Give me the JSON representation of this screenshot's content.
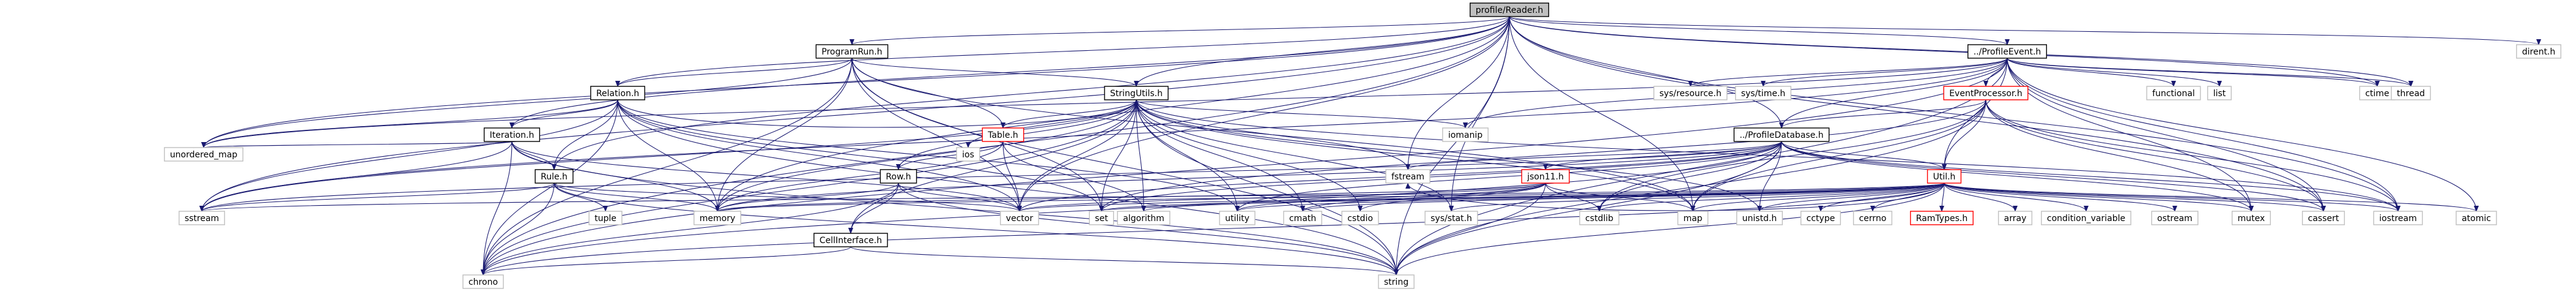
{
  "colors": {
    "root_fill": "#bfbfbf",
    "root_border": "#000000",
    "doc_fill": "#ffffff",
    "doc_border": "#000000",
    "undoc_border": "#ff0000",
    "external_border": "#bfbfbf",
    "edge": "#191970",
    "text": "#000000"
  },
  "nodes": [
    {
      "id": "profile-reader",
      "label": "profile/Reader.h",
      "kind": "root"
    },
    {
      "id": "program-run",
      "label": "ProgramRun.h",
      "kind": "doc"
    },
    {
      "id": "profile-event",
      "label": "../ProfileEvent.h",
      "kind": "doc"
    },
    {
      "id": "dirent",
      "label": "dirent.h",
      "kind": "ext"
    },
    {
      "id": "relation",
      "label": "Relation.h",
      "kind": "doc"
    },
    {
      "id": "string-utils",
      "label": "StringUtils.h",
      "kind": "doc"
    },
    {
      "id": "event-processor",
      "label": "EventProcessor.h",
      "kind": "undoc"
    },
    {
      "id": "sys-resource",
      "label": "sys/resource.h",
      "kind": "ext"
    },
    {
      "id": "sys-time",
      "label": "sys/time.h",
      "kind": "ext"
    },
    {
      "id": "functional",
      "label": "functional",
      "kind": "ext"
    },
    {
      "id": "list",
      "label": "list",
      "kind": "ext"
    },
    {
      "id": "ctime",
      "label": "ctime",
      "kind": "ext"
    },
    {
      "id": "thread",
      "label": "thread",
      "kind": "ext"
    },
    {
      "id": "iteration",
      "label": "Iteration.h",
      "kind": "doc"
    },
    {
      "id": "table",
      "label": "Table.h",
      "kind": "undoc"
    },
    {
      "id": "iomanip",
      "label": "iomanip",
      "kind": "ext"
    },
    {
      "id": "profile-database",
      "label": "../ProfileDatabase.h",
      "kind": "doc"
    },
    {
      "id": "unordered-map",
      "label": "unordered_map",
      "kind": "ext"
    },
    {
      "id": "ios",
      "label": "ios",
      "kind": "ext"
    },
    {
      "id": "rule",
      "label": "Rule.h",
      "kind": "doc"
    },
    {
      "id": "row",
      "label": "Row.h",
      "kind": "doc"
    },
    {
      "id": "fstream",
      "label": "fstream",
      "kind": "ext"
    },
    {
      "id": "json11",
      "label": "json11.h",
      "kind": "undoc"
    },
    {
      "id": "util",
      "label": "Util.h",
      "kind": "undoc"
    },
    {
      "id": "sstream",
      "label": "sstream",
      "kind": "ext"
    },
    {
      "id": "memory",
      "label": "memory",
      "kind": "ext"
    },
    {
      "id": "vector",
      "label": "vector",
      "kind": "ext"
    },
    {
      "id": "set",
      "label": "set",
      "kind": "ext"
    },
    {
      "id": "tuple",
      "label": "tuple",
      "kind": "ext"
    },
    {
      "id": "algorithm",
      "label": "algorithm",
      "kind": "ext"
    },
    {
      "id": "utility",
      "label": "utility",
      "kind": "ext"
    },
    {
      "id": "cmath",
      "label": "cmath",
      "kind": "ext"
    },
    {
      "id": "cstdio",
      "label": "cstdio",
      "kind": "ext"
    },
    {
      "id": "sys-stat",
      "label": "sys/stat.h",
      "kind": "ext"
    },
    {
      "id": "cstdlib",
      "label": "cstdlib",
      "kind": "ext"
    },
    {
      "id": "map",
      "label": "map",
      "kind": "ext"
    },
    {
      "id": "unistd",
      "label": "unistd.h",
      "kind": "ext"
    },
    {
      "id": "cctype",
      "label": "cctype",
      "kind": "ext"
    },
    {
      "id": "cerrno",
      "label": "cerrno",
      "kind": "ext"
    },
    {
      "id": "ramtypes",
      "label": "RamTypes.h",
      "kind": "undoc"
    },
    {
      "id": "array",
      "label": "array",
      "kind": "ext"
    },
    {
      "id": "condition-variable",
      "label": "condition_variable",
      "kind": "ext"
    },
    {
      "id": "ostream",
      "label": "ostream",
      "kind": "ext"
    },
    {
      "id": "mutex",
      "label": "mutex",
      "kind": "ext"
    },
    {
      "id": "cassert",
      "label": "cassert",
      "kind": "ext"
    },
    {
      "id": "iostream",
      "label": "iostream",
      "kind": "ext"
    },
    {
      "id": "atomic",
      "label": "atomic",
      "kind": "ext"
    },
    {
      "id": "cell-interface",
      "label": "CellInterface.h",
      "kind": "doc"
    },
    {
      "id": "chrono",
      "label": "chrono",
      "kind": "ext"
    },
    {
      "id": "string",
      "label": "string",
      "kind": "ext"
    }
  ],
  "edges": [
    [
      "profile-reader",
      "program-run"
    ],
    [
      "profile-reader",
      "profile-event"
    ],
    [
      "profile-reader",
      "dirent"
    ],
    [
      "profile-reader",
      "relation"
    ],
    [
      "profile-reader",
      "string-utils"
    ],
    [
      "profile-reader",
      "iteration"
    ],
    [
      "profile-reader",
      "rule"
    ],
    [
      "profile-reader",
      "profile-database"
    ],
    [
      "profile-reader",
      "unordered-map"
    ],
    [
      "profile-reader",
      "fstream"
    ],
    [
      "profile-reader",
      "sstream"
    ],
    [
      "profile-reader",
      "memory"
    ],
    [
      "profile-reader",
      "vector"
    ],
    [
      "profile-reader",
      "map"
    ],
    [
      "profile-reader",
      "sys-stat"
    ],
    [
      "profile-reader",
      "cassert"
    ],
    [
      "profile-reader",
      "iostream"
    ],
    [
      "profile-reader",
      "thread"
    ],
    [
      "profile-reader",
      "ctime"
    ],
    [
      "profile-reader",
      "chrono"
    ],
    [
      "profile-reader",
      "string"
    ],
    [
      "program-run",
      "relation"
    ],
    [
      "program-run",
      "string-utils"
    ],
    [
      "program-run",
      "table"
    ],
    [
      "program-run",
      "unordered-map"
    ],
    [
      "program-run",
      "memory"
    ],
    [
      "program-run",
      "vector"
    ],
    [
      "program-run",
      "set"
    ],
    [
      "program-run",
      "string"
    ],
    [
      "program-run",
      "chrono"
    ],
    [
      "program-run",
      "map"
    ],
    [
      "profile-event",
      "profile-database"
    ],
    [
      "profile-event",
      "event-processor"
    ],
    [
      "profile-event",
      "util"
    ],
    [
      "profile-event",
      "sys-resource"
    ],
    [
      "profile-event",
      "sys-time"
    ],
    [
      "profile-event",
      "functional"
    ],
    [
      "profile-event",
      "list"
    ],
    [
      "profile-event",
      "ctime"
    ],
    [
      "profile-event",
      "thread"
    ],
    [
      "profile-event",
      "mutex"
    ],
    [
      "profile-event",
      "cassert"
    ],
    [
      "profile-event",
      "iostream"
    ],
    [
      "profile-event",
      "atomic"
    ],
    [
      "profile-event",
      "chrono"
    ],
    [
      "profile-event",
      "string"
    ],
    [
      "profile-event",
      "iomanip"
    ],
    [
      "profile-event",
      "sstream"
    ],
    [
      "profile-event",
      "unordered-map"
    ],
    [
      "relation",
      "iteration"
    ],
    [
      "relation",
      "rule"
    ],
    [
      "relation",
      "string-utils"
    ],
    [
      "relation",
      "unordered-map"
    ],
    [
      "relation",
      "memory"
    ],
    [
      "relation",
      "vector"
    ],
    [
      "relation",
      "set"
    ],
    [
      "relation",
      "string"
    ],
    [
      "relation",
      "chrono"
    ],
    [
      "relation",
      "sstream"
    ],
    [
      "relation",
      "utility"
    ],
    [
      "string-utils",
      "iomanip"
    ],
    [
      "string-utils",
      "ios"
    ],
    [
      "string-utils",
      "fstream"
    ],
    [
      "string-utils",
      "memory"
    ],
    [
      "string-utils",
      "vector"
    ],
    [
      "string-utils",
      "set"
    ],
    [
      "string-utils",
      "algorithm"
    ],
    [
      "string-utils",
      "utility"
    ],
    [
      "string-utils",
      "cmath"
    ],
    [
      "string-utils",
      "cstdio"
    ],
    [
      "string-utils",
      "sys-stat"
    ],
    [
      "string-utils",
      "map"
    ],
    [
      "string-utils",
      "unistd"
    ],
    [
      "string-utils",
      "row"
    ],
    [
      "string-utils",
      "table"
    ],
    [
      "string-utils",
      "cell-interface"
    ],
    [
      "string-utils",
      "string"
    ],
    [
      "string-utils",
      "iostream"
    ],
    [
      "string-utils",
      "sstream"
    ],
    [
      "string-utils",
      "chrono"
    ],
    [
      "event-processor",
      "profile-database"
    ],
    [
      "event-processor",
      "util"
    ],
    [
      "event-processor",
      "map"
    ],
    [
      "event-processor",
      "string"
    ],
    [
      "event-processor",
      "cassert"
    ],
    [
      "event-processor",
      "iostream"
    ],
    [
      "event-processor",
      "cstdlib"
    ],
    [
      "event-processor",
      "set"
    ],
    [
      "event-processor",
      "mutex"
    ],
    [
      "iteration",
      "rule"
    ],
    [
      "iteration",
      "unordered-map"
    ],
    [
      "iteration",
      "memory"
    ],
    [
      "iteration",
      "vector"
    ],
    [
      "iteration",
      "sstream"
    ],
    [
      "iteration",
      "string"
    ],
    [
      "iteration",
      "chrono"
    ],
    [
      "table",
      "row"
    ],
    [
      "table",
      "vector"
    ],
    [
      "table",
      "algorithm"
    ],
    [
      "table",
      "memory"
    ],
    [
      "profile-database",
      "json11"
    ],
    [
      "profile-database",
      "util"
    ],
    [
      "profile-database",
      "fstream"
    ],
    [
      "profile-database",
      "memory"
    ],
    [
      "profile-database",
      "vector"
    ],
    [
      "profile-database",
      "set"
    ],
    [
      "profile-database",
      "map"
    ],
    [
      "profile-database",
      "mutex"
    ],
    [
      "profile-database",
      "cassert"
    ],
    [
      "profile-database",
      "iostream"
    ],
    [
      "profile-database",
      "string"
    ],
    [
      "profile-database",
      "sstream"
    ],
    [
      "profile-database",
      "chrono"
    ],
    [
      "profile-database",
      "cstdlib"
    ],
    [
      "profile-database",
      "unistd"
    ],
    [
      "profile-database",
      "utility"
    ],
    [
      "rule",
      "tuple"
    ],
    [
      "rule",
      "sstream"
    ],
    [
      "rule",
      "vector"
    ],
    [
      "rule",
      "string"
    ],
    [
      "rule",
      "chrono"
    ],
    [
      "rule",
      "memory"
    ],
    [
      "row",
      "cell-interface"
    ],
    [
      "row",
      "vector"
    ],
    [
      "row",
      "memory"
    ],
    [
      "row",
      "chrono"
    ],
    [
      "row",
      "string"
    ],
    [
      "json11",
      "memory"
    ],
    [
      "json11",
      "vector"
    ],
    [
      "json11",
      "map"
    ],
    [
      "json11",
      "string"
    ],
    [
      "json11",
      "utility"
    ],
    [
      "json11",
      "cmath"
    ],
    [
      "json11",
      "cstdio"
    ],
    [
      "json11",
      "cstdlib"
    ],
    [
      "json11",
      "initializer"
    ],
    [
      "util",
      "ramtypes"
    ],
    [
      "util",
      "cctype"
    ],
    [
      "util",
      "cerrno"
    ],
    [
      "util",
      "array"
    ],
    [
      "util",
      "condition-variable"
    ],
    [
      "util",
      "ostream"
    ],
    [
      "util",
      "mutex"
    ],
    [
      "util",
      "cassert"
    ],
    [
      "util",
      "iostream"
    ],
    [
      "util",
      "atomic"
    ],
    [
      "util",
      "memory"
    ],
    [
      "util",
      "vector"
    ],
    [
      "util",
      "set"
    ],
    [
      "util",
      "algorithm"
    ],
    [
      "util",
      "utility"
    ],
    [
      "util",
      "sys-stat"
    ],
    [
      "util",
      "cstdlib"
    ],
    [
      "util",
      "map"
    ],
    [
      "util",
      "unistd"
    ],
    [
      "util",
      "chrono"
    ],
    [
      "util",
      "string"
    ],
    [
      "util",
      "sstream"
    ],
    [
      "util",
      "fstream"
    ],
    [
      "util",
      "cmath"
    ],
    [
      "cell-interface",
      "string"
    ],
    [
      "cell-interface",
      "chrono"
    ]
  ]
}
